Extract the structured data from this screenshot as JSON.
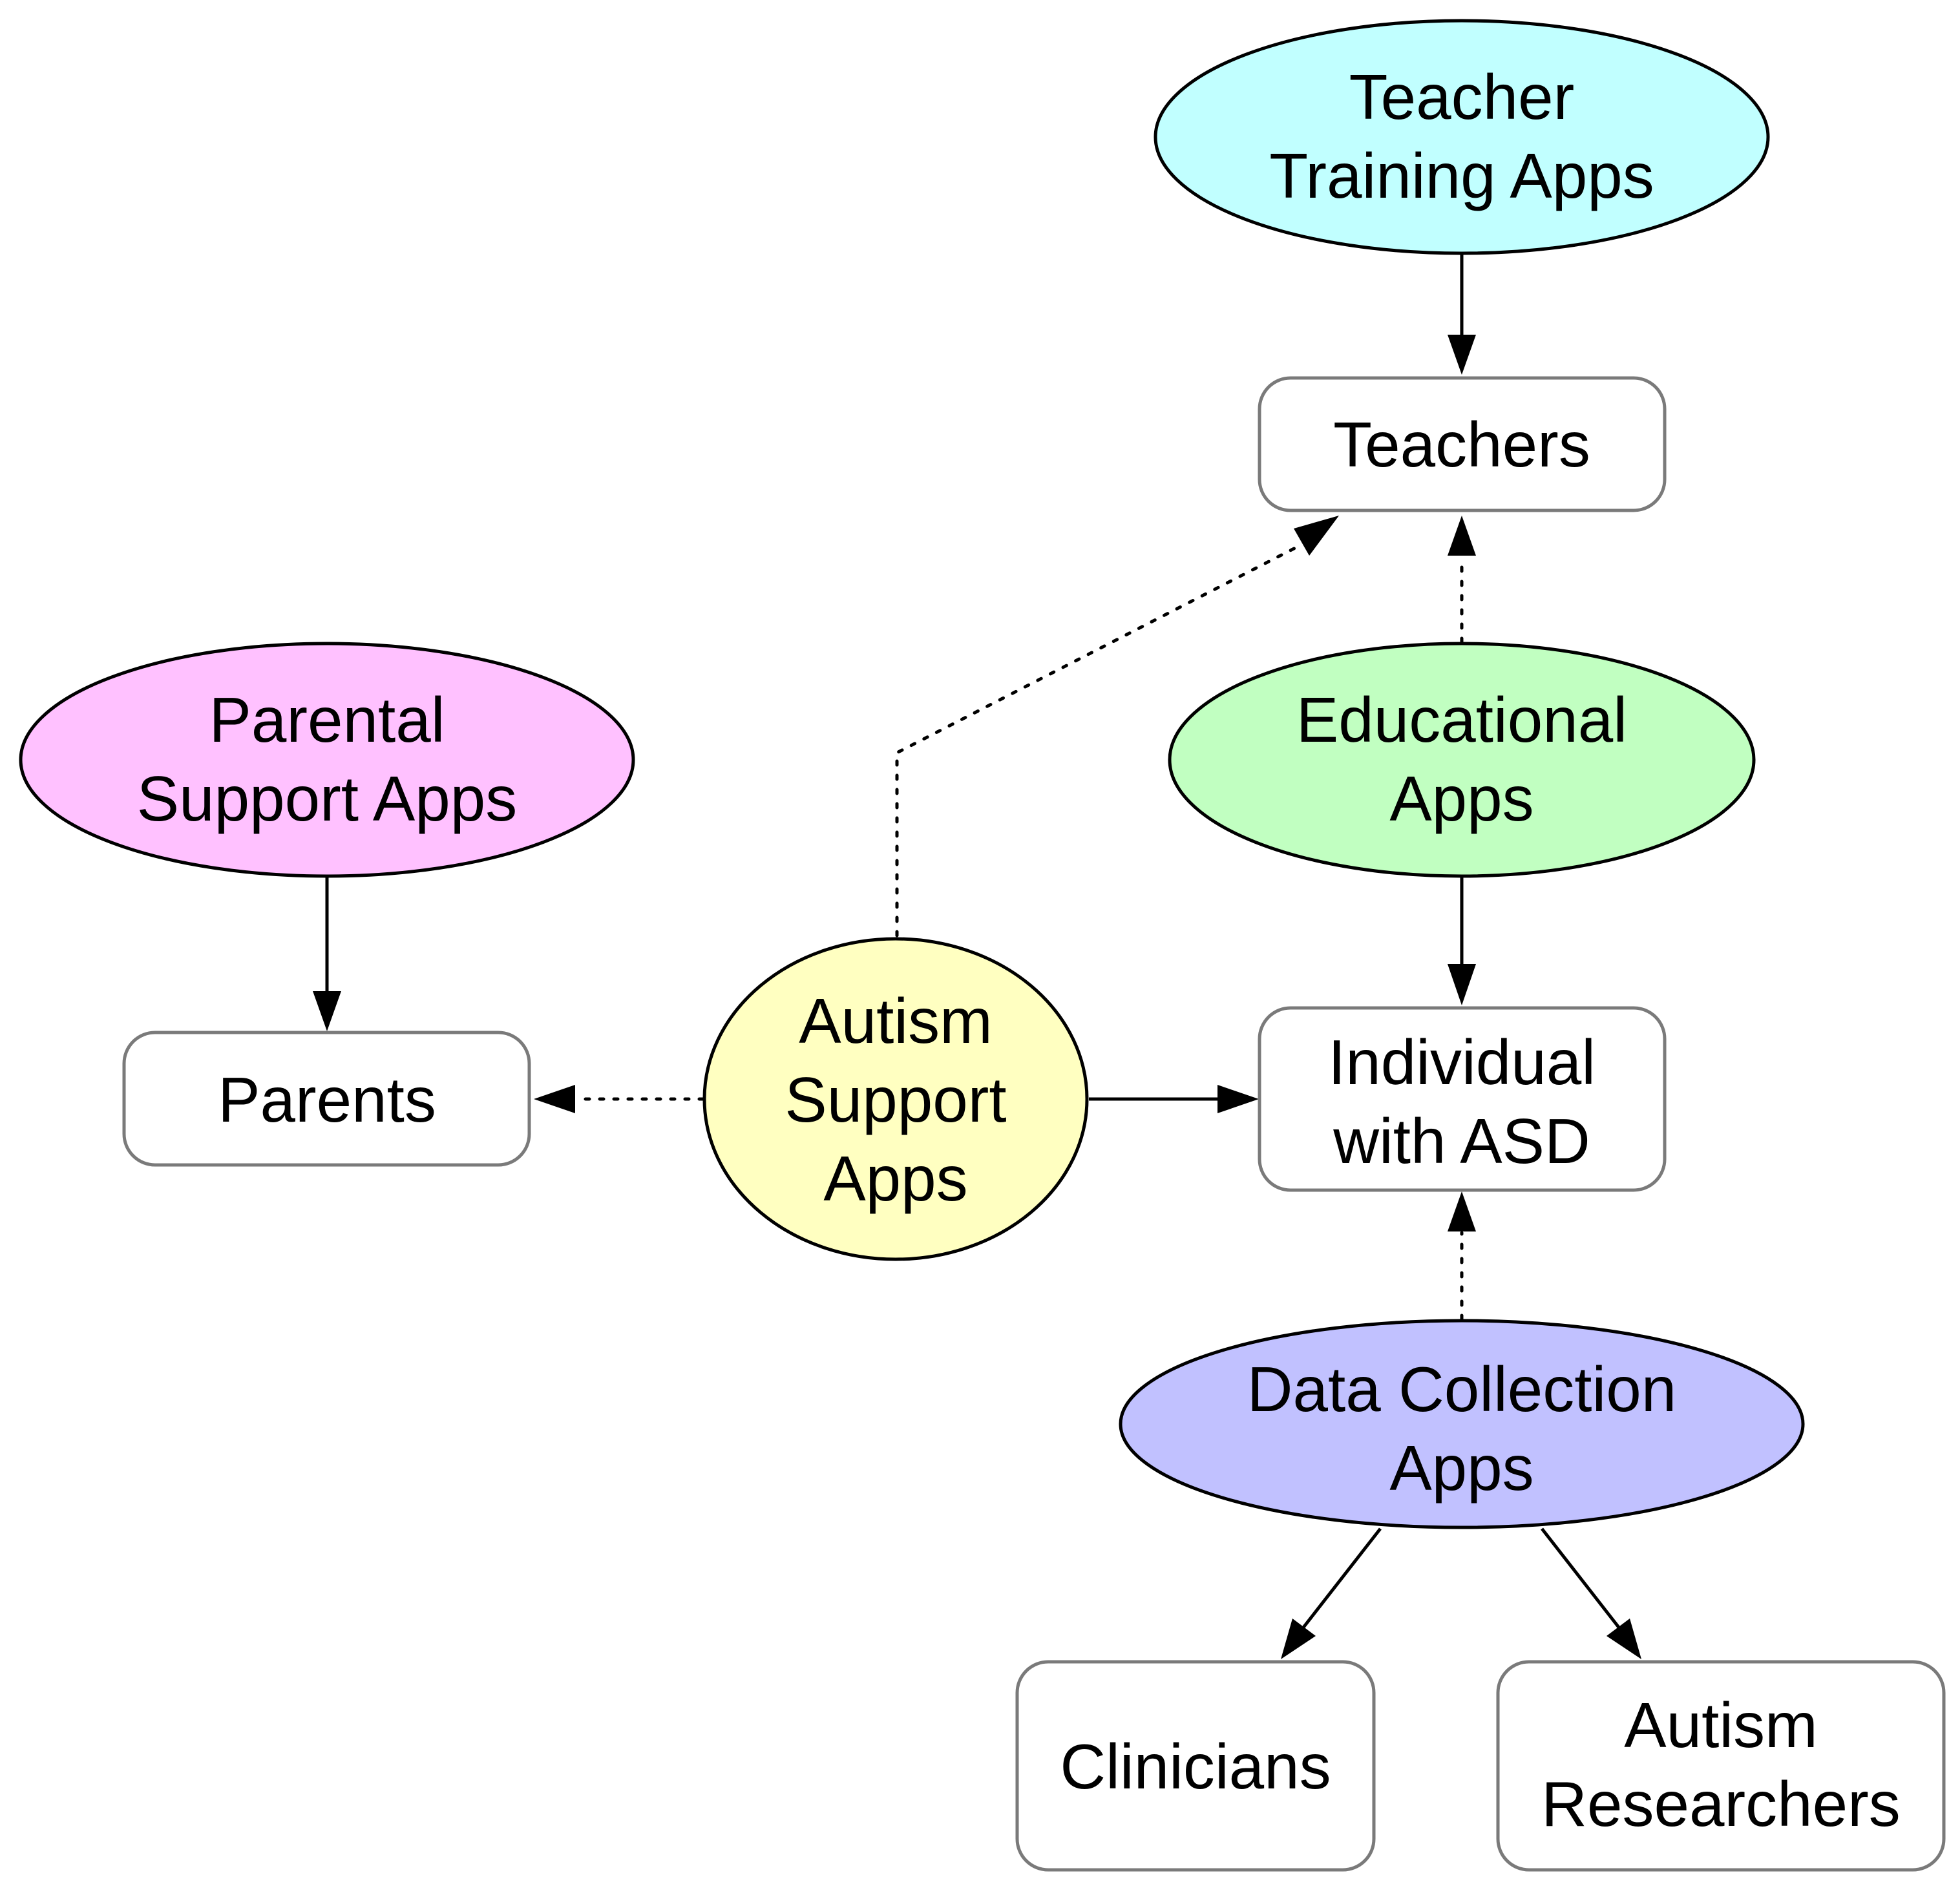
{
  "nodes": {
    "teacher_training_apps": {
      "lines": [
        "Teacher",
        "Training Apps"
      ],
      "fill": "#c1ffff"
    },
    "teachers": {
      "lines": [
        "Teachers"
      ]
    },
    "parental_support_apps": {
      "lines": [
        "Parental",
        "Support Apps"
      ],
      "fill": "#ffc1ff"
    },
    "educational_apps": {
      "lines": [
        "Educational",
        "Apps"
      ],
      "fill": "#c1ffc1"
    },
    "parents": {
      "lines": [
        "Parents"
      ]
    },
    "autism_support_apps": {
      "lines": [
        "Autism",
        "Support",
        "Apps"
      ],
      "fill": "#ffffc1"
    },
    "individual_with_asd": {
      "lines": [
        "Individual",
        "with ASD"
      ]
    },
    "data_collection_apps": {
      "lines": [
        "Data Collection",
        "Apps"
      ],
      "fill": "#c1c1ff"
    },
    "clinicians": {
      "lines": [
        "Clinicians"
      ]
    },
    "autism_researchers": {
      "lines": [
        "Autism",
        "Researchers"
      ]
    }
  },
  "edges": [
    {
      "from": "teacher_training_apps",
      "to": "teachers",
      "style": "solid"
    },
    {
      "from": "educational_apps",
      "to": "teachers",
      "style": "dotted"
    },
    {
      "from": "autism_support_apps",
      "to": "teachers",
      "style": "dotted"
    },
    {
      "from": "parental_support_apps",
      "to": "parents",
      "style": "solid"
    },
    {
      "from": "educational_apps",
      "to": "individual_with_asd",
      "style": "solid"
    },
    {
      "from": "autism_support_apps",
      "to": "parents",
      "style": "dotted"
    },
    {
      "from": "autism_support_apps",
      "to": "individual_with_asd",
      "style": "solid"
    },
    {
      "from": "data_collection_apps",
      "to": "individual_with_asd",
      "style": "dotted"
    },
    {
      "from": "data_collection_apps",
      "to": "clinicians",
      "style": "solid"
    },
    {
      "from": "data_collection_apps",
      "to": "autism_researchers",
      "style": "solid"
    }
  ]
}
